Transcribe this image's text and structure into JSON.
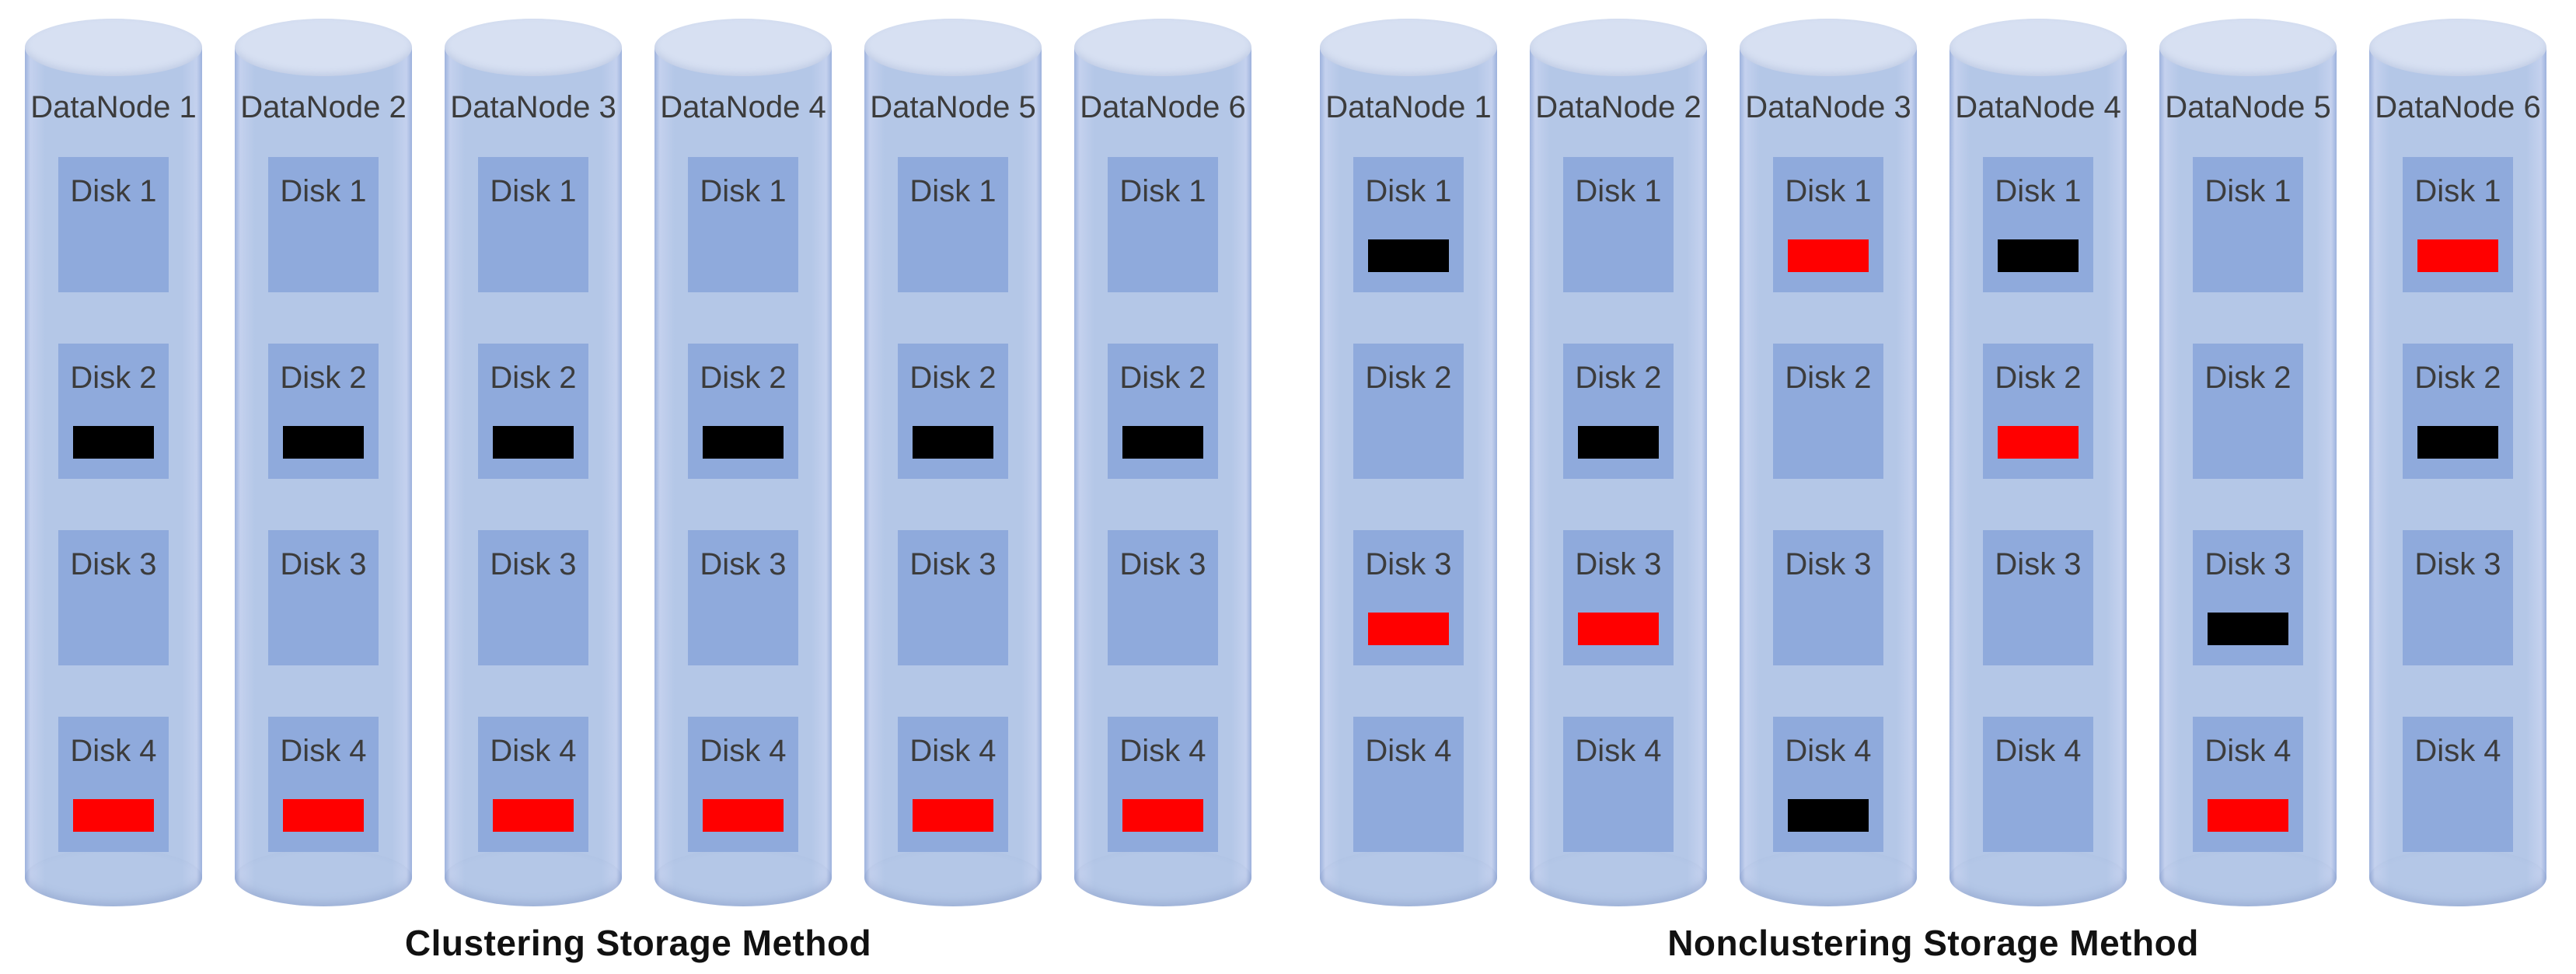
{
  "diagram": {
    "block_colors": {
      "black": "#000000",
      "red": "#ff0000"
    },
    "palette": {
      "cylinder_body": "#b4c7e7",
      "cylinder_top": "#d7e0f2",
      "disk_fill": "#8faadc",
      "label_text": "#3c3c3c",
      "caption_text": "#111111"
    },
    "groups": [
      {
        "caption": "Clustering Storage Method",
        "nodes": [
          {
            "label": "DataNode 1",
            "disks": [
              {
                "label": "Disk 1",
                "block": null
              },
              {
                "label": "Disk 2",
                "block": "black"
              },
              {
                "label": "Disk 3",
                "block": null
              },
              {
                "label": "Disk 4",
                "block": "red"
              }
            ]
          },
          {
            "label": "DataNode 2",
            "disks": [
              {
                "label": "Disk 1",
                "block": null
              },
              {
                "label": "Disk 2",
                "block": "black"
              },
              {
                "label": "Disk 3",
                "block": null
              },
              {
                "label": "Disk 4",
                "block": "red"
              }
            ]
          },
          {
            "label": "DataNode 3",
            "disks": [
              {
                "label": "Disk 1",
                "block": null
              },
              {
                "label": "Disk 2",
                "block": "black"
              },
              {
                "label": "Disk 3",
                "block": null
              },
              {
                "label": "Disk 4",
                "block": "red"
              }
            ]
          },
          {
            "label": "DataNode 4",
            "disks": [
              {
                "label": "Disk 1",
                "block": null
              },
              {
                "label": "Disk 2",
                "block": "black"
              },
              {
                "label": "Disk 3",
                "block": null
              },
              {
                "label": "Disk 4",
                "block": "red"
              }
            ]
          },
          {
            "label": "DataNode 5",
            "disks": [
              {
                "label": "Disk 1",
                "block": null
              },
              {
                "label": "Disk 2",
                "block": "black"
              },
              {
                "label": "Disk 3",
                "block": null
              },
              {
                "label": "Disk 4",
                "block": "red"
              }
            ]
          },
          {
            "label": "DataNode 6",
            "disks": [
              {
                "label": "Disk 1",
                "block": null
              },
              {
                "label": "Disk 2",
                "block": "black"
              },
              {
                "label": "Disk 3",
                "block": null
              },
              {
                "label": "Disk 4",
                "block": "red"
              }
            ]
          }
        ]
      },
      {
        "caption": "Nonclustering Storage Method",
        "nodes": [
          {
            "label": "DataNode 1",
            "disks": [
              {
                "label": "Disk 1",
                "block": "black"
              },
              {
                "label": "Disk 2",
                "block": null
              },
              {
                "label": "Disk 3",
                "block": "red"
              },
              {
                "label": "Disk 4",
                "block": null
              }
            ]
          },
          {
            "label": "DataNode 2",
            "disks": [
              {
                "label": "Disk 1",
                "block": null
              },
              {
                "label": "Disk 2",
                "block": "black"
              },
              {
                "label": "Disk 3",
                "block": "red"
              },
              {
                "label": "Disk 4",
                "block": null
              }
            ]
          },
          {
            "label": "DataNode 3",
            "disks": [
              {
                "label": "Disk 1",
                "block": "red"
              },
              {
                "label": "Disk 2",
                "block": null
              },
              {
                "label": "Disk 3",
                "block": null
              },
              {
                "label": "Disk 4",
                "block": "black"
              }
            ]
          },
          {
            "label": "DataNode 4",
            "disks": [
              {
                "label": "Disk 1",
                "block": "black"
              },
              {
                "label": "Disk 2",
                "block": "red"
              },
              {
                "label": "Disk 3",
                "block": null
              },
              {
                "label": "Disk 4",
                "block": null
              }
            ]
          },
          {
            "label": "DataNode 5",
            "disks": [
              {
                "label": "Disk 1",
                "block": null
              },
              {
                "label": "Disk 2",
                "block": null
              },
              {
                "label": "Disk 3",
                "block": "black"
              },
              {
                "label": "Disk 4",
                "block": "red"
              }
            ]
          },
          {
            "label": "DataNode 6",
            "disks": [
              {
                "label": "Disk 1",
                "block": "red"
              },
              {
                "label": "Disk 2",
                "block": "black"
              },
              {
                "label": "Disk 3",
                "block": null
              },
              {
                "label": "Disk 4",
                "block": null
              }
            ]
          }
        ]
      }
    ]
  }
}
